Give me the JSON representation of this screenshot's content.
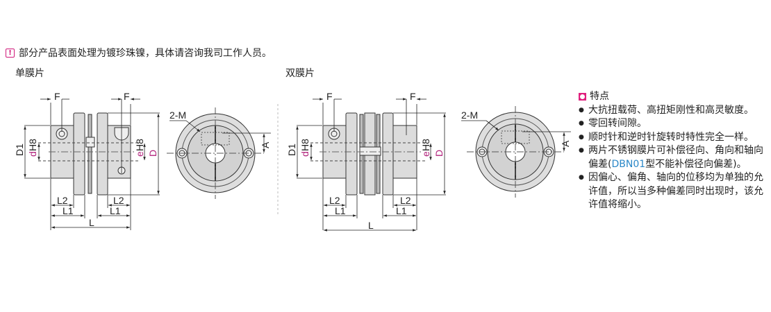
{
  "note": {
    "icon": "exclamation-icon",
    "text": "部分产品表面处理为镀珍珠镍，具体请咨询我司工作人员。"
  },
  "single": {
    "title": "单膜片"
  },
  "double": {
    "title": "双膜片"
  },
  "dims": {
    "F": "F",
    "D1": "D1",
    "d": "d",
    "H8": "H8",
    "e": "e",
    "D": "D",
    "L": "L",
    "L1": "L1",
    "L2": "L2",
    "M": "2-M",
    "A": "A"
  },
  "features": {
    "title": "特点",
    "items": [
      "大抗扭载荷、高扭矩刚性和高灵敏度。",
      "零回转间隙。",
      "顺时针和逆时针旋转时特性完全一样。"
    ],
    "item4_pre": "两片不锈钢膜片可补偿径向、角向和轴向偏差(",
    "item4_code": "DBN01",
    "item4_post": "型不能补偿径向偏差)。",
    "item5": "因偏心、偏角、轴向的位移均为单独的允许值，所以当多种偏差同时出现时，该允许值将缩小。",
    "accent": "#e0207e",
    "code_color": "#2b88c8"
  }
}
